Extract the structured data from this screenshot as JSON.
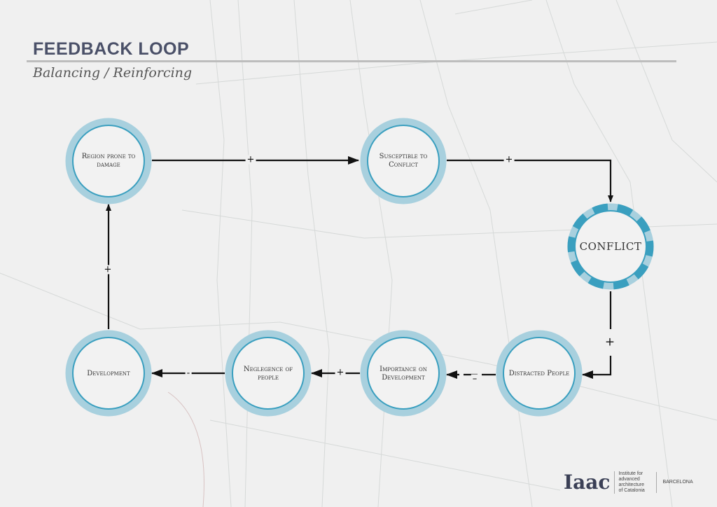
{
  "header": {
    "title": "FEEDBACK LOOP",
    "subtitle": "Balancing / Reinforcing"
  },
  "nodes": {
    "region": "Region prone to damage",
    "susceptible": "Susceptible to Conflict",
    "conflict": "CONFLICT",
    "distracted": "Distracted People",
    "importance": "Importance on Development",
    "neglegence": "Neglegence of people",
    "development": "Development"
  },
  "links": {
    "region_to_susceptible": "+",
    "susceptible_to_conflict": "+",
    "conflict_to_distracted": "+",
    "distracted_to_importance": "–",
    "importance_to_neglegence": "+",
    "neglegence_to_development": "-",
    "development_to_region": "+"
  },
  "logo": {
    "mark": "Iaac",
    "institute": "Institute for advanced architecture of Catalonia",
    "city": "BARCELONA"
  },
  "colors": {
    "ring_light": "#a8d0de",
    "ring_dark": "#3a9fbf",
    "arrow": "#111111"
  }
}
